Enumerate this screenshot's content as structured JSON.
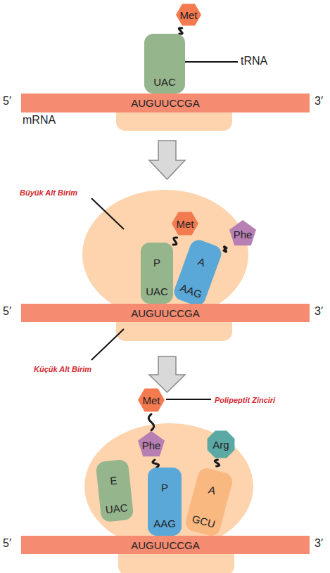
{
  "diagram": {
    "nodes": [
      {
        "text": [
          "Met"
        ]
      },
      {
        "text": [
          "UAC"
        ]
      },
      {
        "text": [
          "AUGUUCCGA"
        ]
      },
      {
        "text": [
          "Met"
        ]
      },
      {
        "text": [
          "Phe"
        ]
      },
      {
        "text": [
          "P",
          "UAC"
        ]
      },
      {
        "text": [
          "A",
          "AAG"
        ]
      },
      {
        "text": [
          "AUGUUCCGA"
        ]
      },
      {
        "text": [
          "Met"
        ]
      },
      {
        "text": [
          "Phe"
        ]
      },
      {
        "text": [
          "Arg"
        ]
      },
      {
        "text": [
          "E",
          "UAC"
        ]
      },
      {
        "text": [
          "P",
          "AAG"
        ]
      },
      {
        "text": [
          "A",
          "GCU"
        ]
      },
      {
        "text": [
          "AUGUUCCGA"
        ]
      }
    ],
    "edges": [
      {
        "from": 0,
        "to": 1,
        "arrow": "none"
      },
      {
        "from": 3,
        "to": 5,
        "arrow": "none"
      },
      {
        "from": 4,
        "to": 6,
        "arrow": "none"
      },
      {
        "from": 8,
        "to": 9,
        "arrow": "none"
      },
      {
        "from": 9,
        "to": 12,
        "arrow": "none"
      },
      {
        "from": 10,
        "to": 13,
        "arrow": "none"
      }
    ],
    "labels": [
      "tRNA",
      "5′",
      "3′",
      "mRNA",
      "Büyük Alt Birim",
      "5′",
      "3′",
      "Küçük Alt Birim",
      "Polipeptit Zinciri",
      "5′",
      "3′"
    ]
  }
}
